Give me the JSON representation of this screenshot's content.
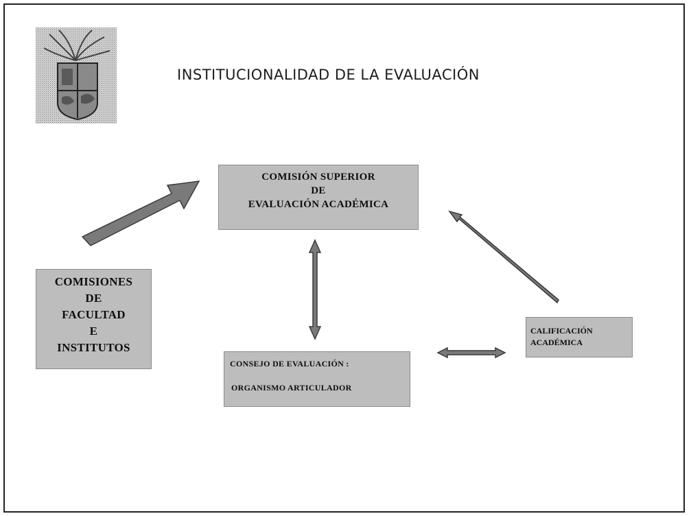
{
  "slide": {
    "title": "INSTITUCIONALIDAD  DE LA EVALUACIÓN"
  },
  "nodes": {
    "comision_superior": {
      "line1": "COMISIÓN SUPERIOR",
      "line2": "DE",
      "line3": "EVALUACIÓN ACADÉMICA"
    },
    "comisiones_facultad": {
      "line1": "COMISIONES",
      "line2": "DE",
      "line3": "FACULTAD",
      "line4": "E",
      "line5": "INSTITUTOS"
    },
    "calificacion": {
      "line1": "CALIFICACIÓN",
      "line2": "ACADÉMICA"
    },
    "consejo": {
      "line1": "CONSEJO  DE EVALUACIÓN  :",
      "line2": "ORGANISMO  ARTICULADOR"
    }
  },
  "colors": {
    "box_fill": "#bdbdbd",
    "arrow_fill": "#777777",
    "arrow_stroke": "#3a3a3a"
  },
  "icons": {
    "logo": "university-crest-icon"
  }
}
